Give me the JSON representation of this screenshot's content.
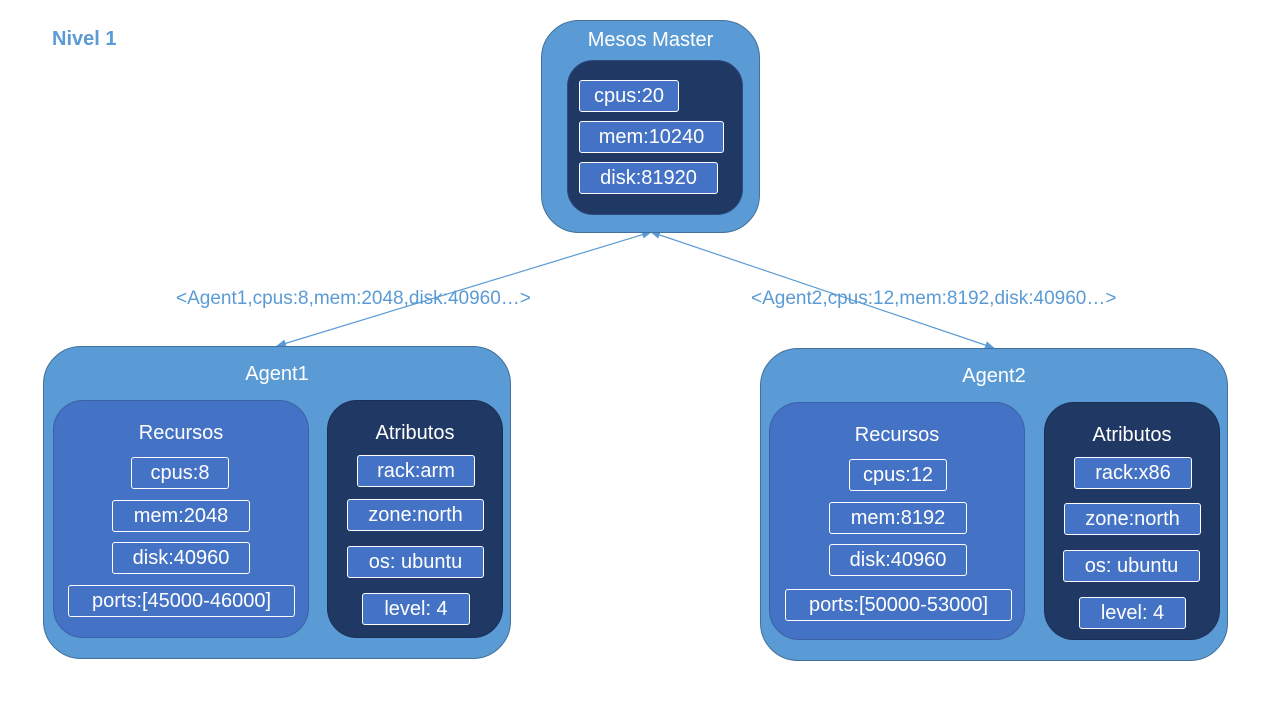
{
  "level_label": "Nivel 1",
  "master": {
    "title": "Mesos Master",
    "resources": [
      "cpus:20",
      "mem:10240",
      "disk:81920"
    ]
  },
  "edges": [
    {
      "label": "<Agent1,cpus:8,mem:2048,disk:40960…>"
    },
    {
      "label": "<Agent2,cpus:12,mem:8192,disk:40960…>"
    }
  ],
  "agents": [
    {
      "title": "Agent1",
      "resources_title": "Recursos",
      "resources": [
        "cpus:8",
        "mem:2048",
        "disk:40960",
        "ports:[45000-46000]"
      ],
      "attributes_title": "Atributos",
      "attributes": [
        "rack:arm",
        "zone:north",
        "os: ubuntu",
        "level: 4"
      ]
    },
    {
      "title": "Agent2",
      "resources_title": "Recursos",
      "resources": [
        "cpus:12",
        "mem:8192",
        "disk:40960",
        "ports:[50000-53000]"
      ],
      "attributes_title": "Atributos",
      "attributes": [
        "rack:x86",
        "zone:north",
        "os: ubuntu",
        "level: 4"
      ]
    }
  ],
  "colors": {
    "node": "#5B9BD5",
    "resources_panel": "#4472C4",
    "attributes_panel": "#1F3864",
    "connector": "#5B9BD5"
  }
}
